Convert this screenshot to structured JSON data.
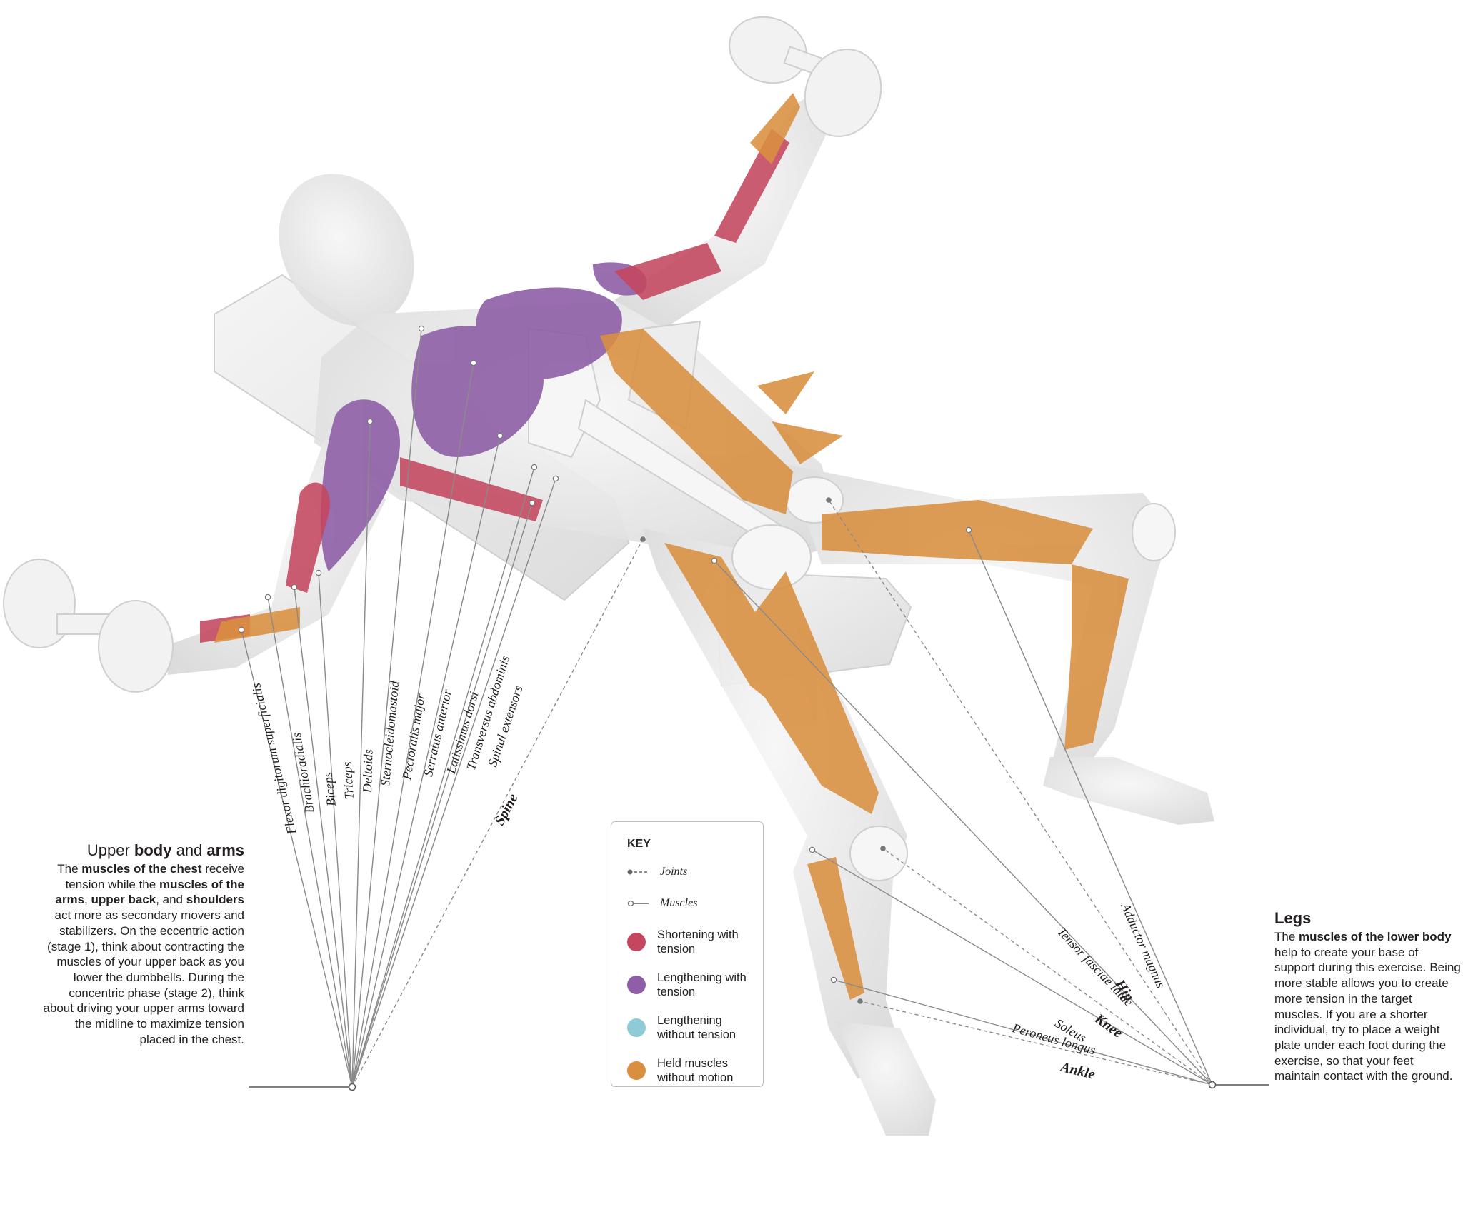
{
  "upper_section": {
    "heading_pre": "Upper ",
    "heading_b1": "body",
    "heading_mid": " and ",
    "heading_b2": "arms",
    "p1": "The ",
    "p1_b": "muscles of the chest",
    "p2": " receive tension while the ",
    "p2_b": "muscles of the arms",
    "p3": ", ",
    "p3_b": "upper back",
    "p4": ", and ",
    "p4_b": "shoulders",
    "p5": " act more as secondary movers and stabilizers. On the eccentric action (stage 1), think about contracting the muscles of your upper back as you lower the dumbbells. During the concentric phase (stage 2), think about driving your upper arms toward the midline to maximize tension placed in the chest."
  },
  "legs_section": {
    "heading": "Legs",
    "p1": "The ",
    "p1_b": "muscles of the lower body",
    "p2": " help to create your base of support during this exercise. Being more stable allows you to create more tension in the target muscles. If you are a shorter individual, try to place a weight plate under each foot during the exercise, so that your feet maintain contact with the ground."
  },
  "upper_labels": [
    {
      "text": "Flexor digitorum superficialis",
      "kind": "muscle"
    },
    {
      "text": "Brachioradialis",
      "kind": "muscle"
    },
    {
      "text": "Biceps",
      "kind": "muscle"
    },
    {
      "text": "Triceps",
      "kind": "muscle"
    },
    {
      "text": "Deltoids",
      "kind": "muscle"
    },
    {
      "text": "Sternocleidomastoid",
      "kind": "muscle"
    },
    {
      "text": "Pectoralis major",
      "kind": "muscle"
    },
    {
      "text": "Serratus anterior",
      "kind": "muscle"
    },
    {
      "text": "Latissimus dorsi",
      "kind": "muscle"
    },
    {
      "text": "Transversus abdominis",
      "kind": "muscle"
    },
    {
      "text": "Spinal extensors",
      "kind": "muscle"
    },
    {
      "text": "Spine",
      "kind": "joint"
    }
  ],
  "lower_labels": [
    {
      "text": "Adductor magnus",
      "kind": "muscle"
    },
    {
      "text": "Hip",
      "kind": "joint"
    },
    {
      "text": "Tensor fasciae latae",
      "kind": "muscle"
    },
    {
      "text": "Knee",
      "kind": "joint"
    },
    {
      "text": "Soleus",
      "kind": "muscle"
    },
    {
      "text": "Peroneus longus",
      "kind": "muscle"
    },
    {
      "text": "Ankle",
      "kind": "joint"
    }
  ],
  "key": {
    "title": "KEY",
    "joints": "Joints",
    "muscles": "Muscles",
    "items": [
      {
        "label": "Shortening with tension",
        "color": "#c4475f"
      },
      {
        "label": "Lengthening with tension",
        "color": "#8e5fa6"
      },
      {
        "label": "Lengthening without tension",
        "color": "#8fcbd6"
      },
      {
        "label": "Held muscles without motion",
        "color": "#d98f3f"
      }
    ]
  },
  "colors": {
    "shortening": "#c4475f",
    "lengthening": "#8e5fa6",
    "held": "#d98f3f",
    "body": "#e6e6e6",
    "bone": "#f4f4f4",
    "line": "#8a8a8a"
  }
}
